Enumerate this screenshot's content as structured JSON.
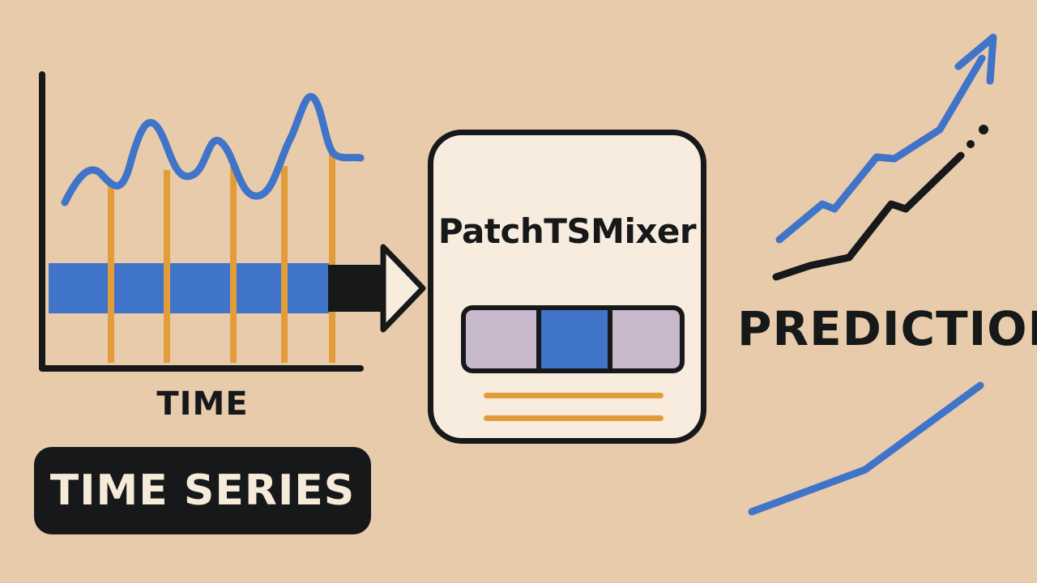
{
  "labels": {
    "time_axis": "TIME",
    "series_badge": "TIME SERIES",
    "model_name": "PatchTSMixer",
    "output": "PREDICTION"
  },
  "icons": {
    "flow_arrow": "arrow-right-icon",
    "trend_arrow": "trend-up-arrow-icon"
  },
  "colors": {
    "background": "#e8cbab",
    "ink": "#16181a",
    "series_blue": "#3f74c9",
    "patch_orange": "#e39c3a",
    "patch_lilac": "#c8b8cc",
    "card": "#f7ecdd"
  }
}
